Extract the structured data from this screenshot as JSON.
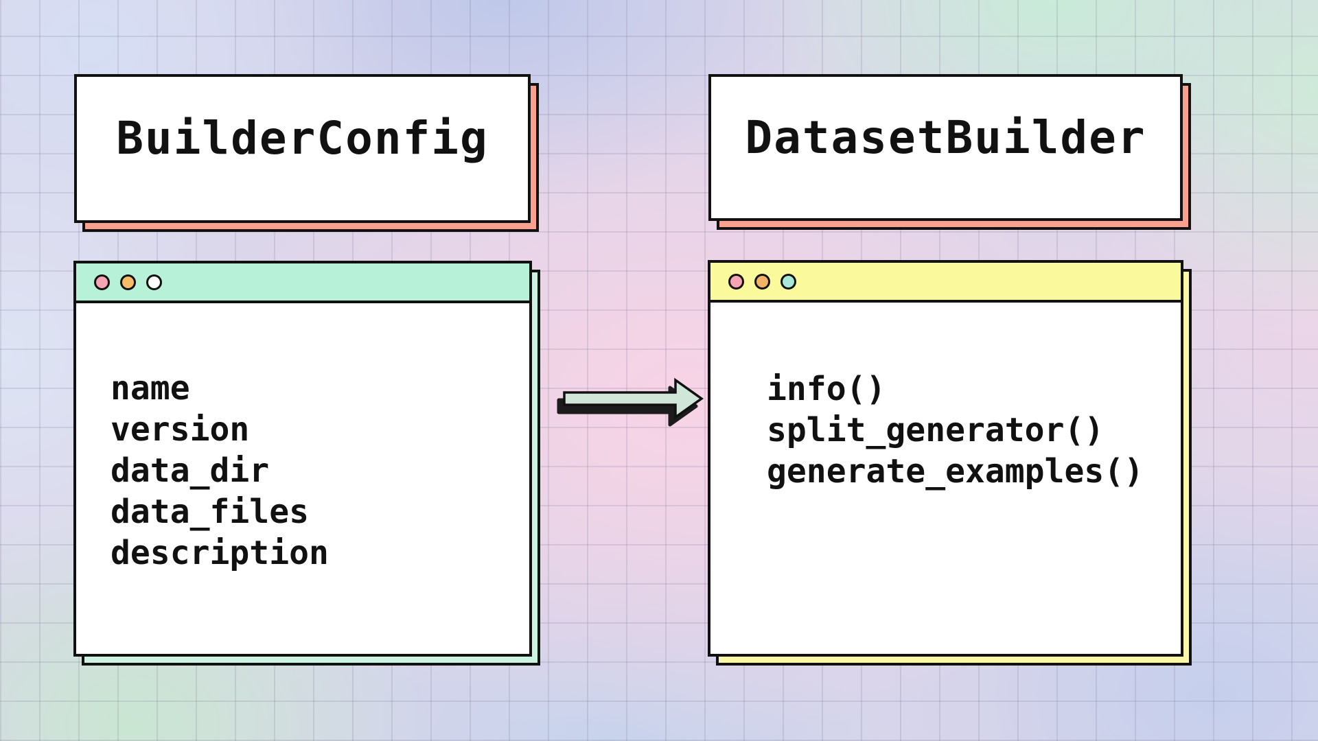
{
  "builder_config": {
    "title": "BuilderConfig",
    "fields": [
      "name",
      "version",
      "data_dir",
      "data_files",
      "description"
    ],
    "titlebar_color": "#b6f1d8",
    "shadow_color": "#ccf2e2",
    "dots": [
      "#f4a4b2",
      "#f6bd68",
      "#ffffff"
    ]
  },
  "dataset_builder": {
    "title": "DatasetBuilder",
    "methods": [
      "info()",
      "split_generator()",
      "generate_examples()"
    ],
    "titlebar_color": "#fafa9d",
    "shadow_color": "#fbf9a8",
    "dots": [
      "#f4a4b2",
      "#f2b464",
      "#a8e8d8"
    ]
  },
  "title_cards": {
    "shadow_color": "#f9a08f"
  },
  "arrow": {
    "direction": "right",
    "fill": "#cfe6d9",
    "shadow": "#1c1c1c"
  }
}
